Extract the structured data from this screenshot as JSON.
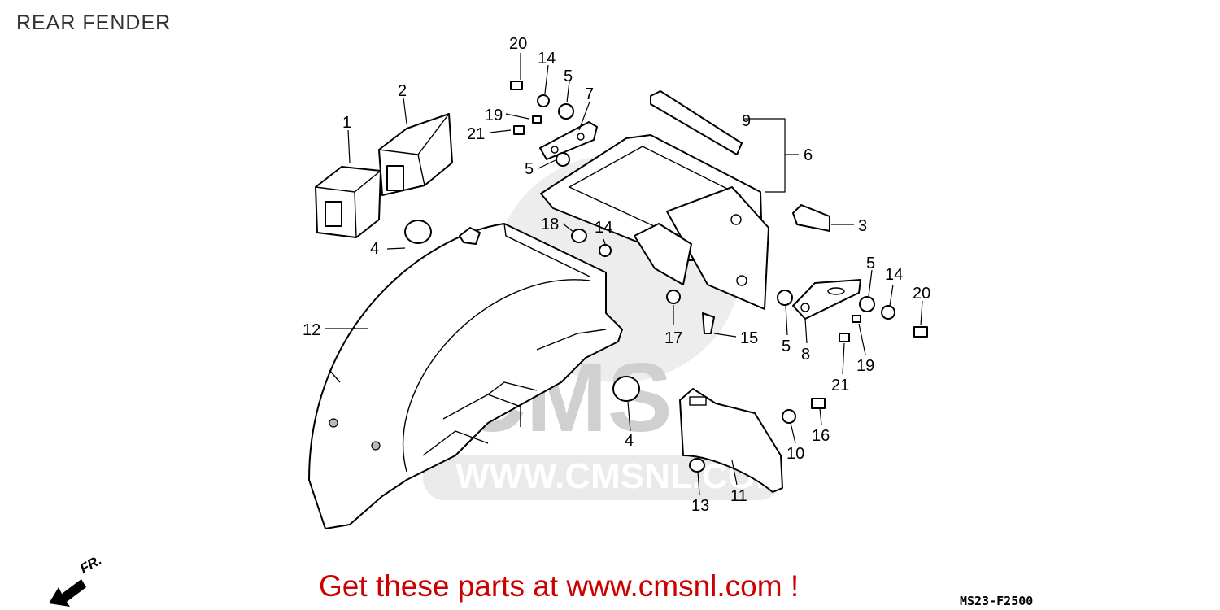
{
  "title": "REAR FENDER",
  "promo": "Get these parts at www.cmsnl.com !",
  "reference_code": "MS23-F2500",
  "direction_label": "FR.",
  "watermark": {
    "brand": "CMS",
    "url": "WWW.CMSNL.COM"
  },
  "callouts": [
    "1",
    "2",
    "3",
    "4",
    "4",
    "5",
    "5",
    "5",
    "5",
    "6",
    "7",
    "8",
    "9",
    "10",
    "11",
    "12",
    "13",
    "14",
    "14",
    "14",
    "15",
    "16",
    "17",
    "18",
    "19",
    "19",
    "20",
    "20",
    "21",
    "21"
  ],
  "colors": {
    "promo": "#cc0000",
    "line": "#000000",
    "watermark": "#d0d0d0"
  }
}
